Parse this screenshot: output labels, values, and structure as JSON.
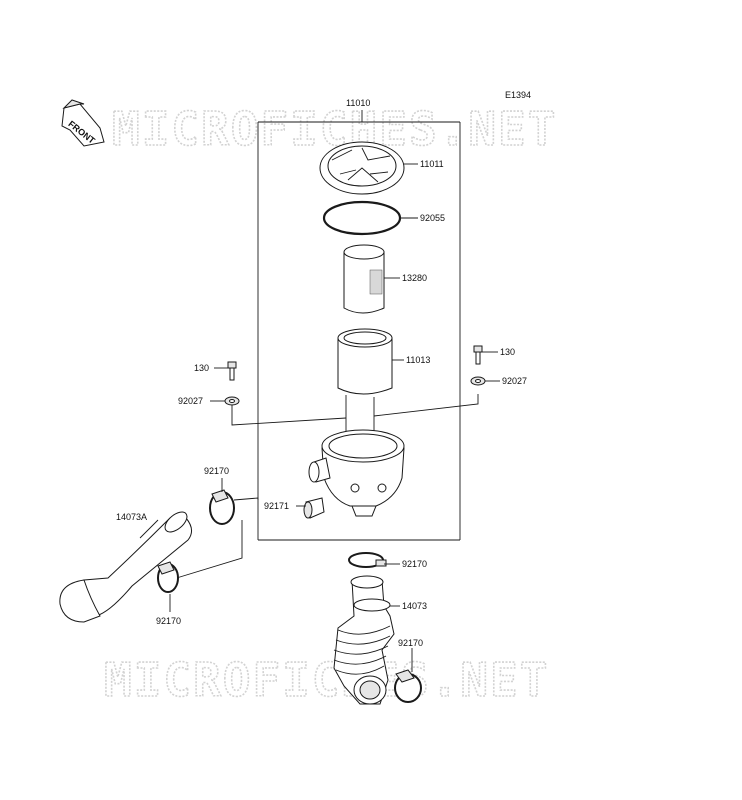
{
  "diagram": {
    "code": "E1394",
    "front_label": "FRONT",
    "watermarks": [
      "MICROFICHES.NET",
      "MICROFICHES.NET"
    ],
    "callouts": {
      "p11010": "11010",
      "p11011": "11011",
      "p92055": "92055",
      "p13280": "13280",
      "p11013": "11013",
      "p130_left": "130",
      "p130_right": "130",
      "p92027_left": "92027",
      "p92027_right": "92027",
      "p92170_upper_left": "92170",
      "p92171": "92171",
      "p14073A": "14073A",
      "p92170_lower_left": "92170",
      "p92170_center": "92170",
      "p14073": "14073",
      "p92170_lower_right": "92170"
    }
  }
}
